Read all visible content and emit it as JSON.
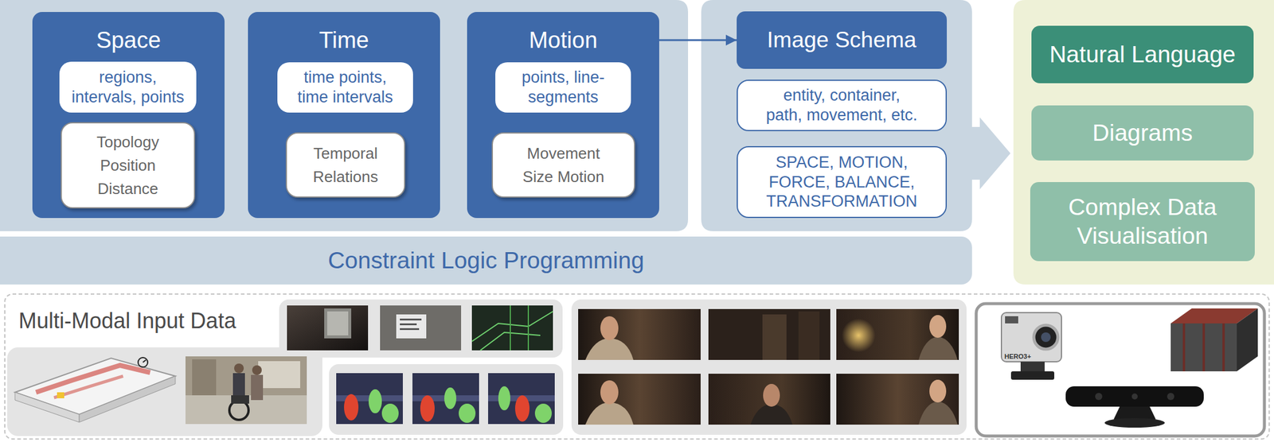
{
  "diagram": {
    "nodes": [
      {
        "text": [
          "Space"
        ]
      },
      {
        "text": [
          "regions, intervals, points"
        ],
        "in": 0
      },
      {
        "text": [
          "Topology Position Distance"
        ],
        "in": 0
      },
      {
        "text": [
          "Time"
        ]
      },
      {
        "text": [
          "time points, time intervals"
        ],
        "in": 3
      },
      {
        "text": [
          "Temporal Relations"
        ],
        "in": 3
      },
      {
        "text": [
          "Motion"
        ]
      },
      {
        "text": [
          "points, line-segments"
        ],
        "in": 6
      },
      {
        "text": [
          "Movement Size Motion"
        ],
        "in": 6
      },
      {
        "text": [
          "Image Schema"
        ]
      },
      {
        "text": [
          "entity, container, path, movement, etc."
        ]
      },
      {
        "text": [
          "SPACE, MOTION, FORCE, BALANCE, TRANSFORMATION"
        ]
      },
      {
        "text": [
          "Constraint Logic Programming"
        ]
      },
      {
        "text": [
          "Natural Language"
        ]
      },
      {
        "text": [
          "Diagrams"
        ]
      },
      {
        "text": [
          "Complex Data Visualisation"
        ]
      },
      {
        "text": [
          "Multi-Modal Input Data"
        ]
      }
    ],
    "edges": [
      {
        "from": 6,
        "to": 9,
        "arrow": "to"
      }
    ],
    "labels": [
      "HERO3+"
    ]
  }
}
